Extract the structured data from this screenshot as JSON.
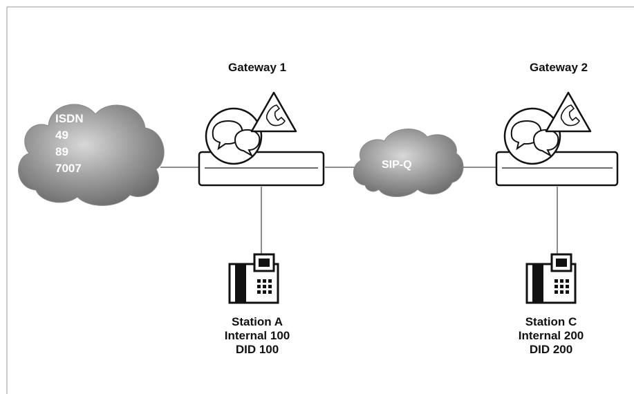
{
  "gateways": [
    {
      "title": "Gateway 1"
    },
    {
      "title": "Gateway 2"
    }
  ],
  "clouds": {
    "isdn": {
      "lines": [
        "ISDN",
        "49",
        "89",
        "7007"
      ]
    },
    "sipq": {
      "label": "SIP-Q"
    }
  },
  "stations": [
    {
      "name": "Station A",
      "internal": "Internal 100",
      "did": "DID 100"
    },
    {
      "name": "Station C",
      "internal": "Internal 200",
      "did": "DID 200"
    }
  ],
  "colors": {
    "cloud_gray": "#8a8a8a",
    "line": "#666666",
    "outline": "#111111"
  },
  "icons": [
    "cloud-icon",
    "chat-bubbles-icon",
    "phone-warning-icon",
    "desk-phone-icon"
  ]
}
